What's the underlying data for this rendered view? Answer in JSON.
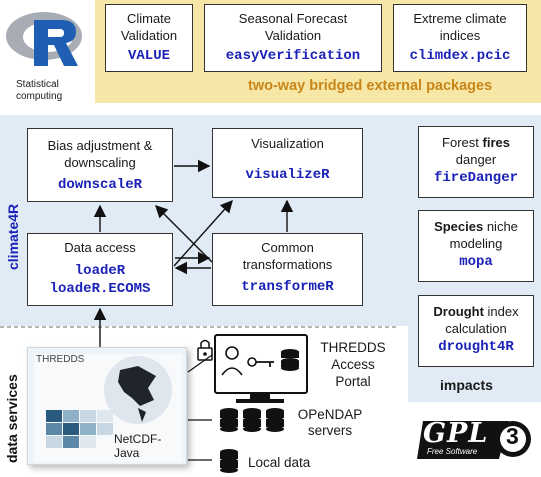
{
  "r_logo": {
    "caption_line1": "Statistical",
    "caption_line2": "computing"
  },
  "external": {
    "banner": "two-way bridged external packages",
    "boxes": [
      {
        "line1": "Climate",
        "line2": "Validation",
        "pkg": "VALUE"
      },
      {
        "line1": "Seasonal Forecast",
        "line2": "Validation",
        "pkg": "easyVerification"
      },
      {
        "line1": "Extreme climate",
        "line2": "indices",
        "pkg": "climdex.pcic"
      }
    ]
  },
  "climate4r": {
    "label": "climate4R",
    "bias": {
      "line1": "Bias adjustment &",
      "line2": "downscaling",
      "pkg": "downscaleR"
    },
    "viz": {
      "line1": "Visualization",
      "pkg": "visualizeR"
    },
    "access": {
      "line1": "Data access",
      "pkg1": "loadeR",
      "pkg2": "loadeR.ECOMS"
    },
    "transform": {
      "line1": "Common",
      "line2": "transformations",
      "pkg": "transformeR"
    }
  },
  "impacts": {
    "label": "impacts",
    "fire": {
      "prefix": "Forest ",
      "bold": "fires",
      "line2": "danger",
      "pkg": "fireDanger"
    },
    "species": {
      "bold": "Species",
      "suffix": " niche",
      "line2": "modeling",
      "pkg": "mopa"
    },
    "drought": {
      "bold": "Drought",
      "suffix": " index",
      "line2": "calculation",
      "pkg": "drought4R"
    }
  },
  "data_services": {
    "label": "data services",
    "thredds_label": "THREDDS",
    "netcdf_line1": "NetCDF-",
    "netcdf_line2": "Java",
    "portal_line1": "THREDDS",
    "portal_line2": "Access",
    "portal_line3": "Portal",
    "opendap_line1": "OPeNDAP",
    "opendap_line2": "servers",
    "local": "Local data"
  },
  "gpl": {
    "text": "GPL",
    "version": "3",
    "sub": "Free Software"
  },
  "colors": {
    "yellow": "#f7e7a6",
    "blue_bg": "#e1ebf5",
    "code_blue": "#1a22b8",
    "banner_text": "#c8861a"
  }
}
